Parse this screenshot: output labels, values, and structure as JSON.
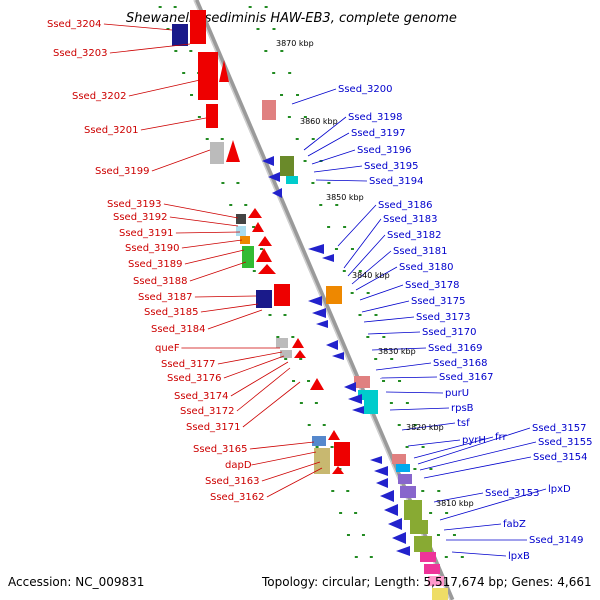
{
  "title": "Shewanella sediminis HAW-EB3, complete genome",
  "footer": {
    "accession": "Accession: NC_009831",
    "topology": "Topology: circular; Length: 5,517,674 bp; Genes: 4,661"
  },
  "kbp_marks": [
    "3870 kbp",
    "3860 kbp",
    "3850 kbp",
    "3840 kbp",
    "3830 kbp",
    "3820 kbp",
    "3810 kbp"
  ],
  "left_labels": [
    "Ssed_3204",
    "Ssed_3203",
    "Ssed_3202",
    "Ssed_3201",
    "Ssed_3199",
    "Ssed_3193",
    "Ssed_3192",
    "Ssed_3191",
    "Ssed_3190",
    "Ssed_3189",
    "Ssed_3188",
    "Ssed_3187",
    "Ssed_3185",
    "Ssed_3184",
    "queF",
    "Ssed_3177",
    "Ssed_3176",
    "Ssed_3174",
    "Ssed_3172",
    "Ssed_3171",
    "Ssed_3165",
    "dapD",
    "Ssed_3163",
    "Ssed_3162"
  ],
  "right_labels": [
    "Ssed_3200",
    "Ssed_3198",
    "Ssed_3197",
    "Ssed_3196",
    "Ssed_3195",
    "Ssed_3194",
    "Ssed_3186",
    "Ssed_3183",
    "Ssed_3182",
    "Ssed_3181",
    "Ssed_3180",
    "Ssed_3178",
    "Ssed_3175",
    "Ssed_3173",
    "Ssed_3170",
    "Ssed_3169",
    "Ssed_3168",
    "Ssed_3167",
    "purU",
    "rpsB",
    "tsf",
    "pyrH",
    "frr",
    "Ssed_3157",
    "Ssed_3155",
    "Ssed_3154",
    "Ssed_3153",
    "lpxD",
    "fabZ",
    "Ssed_3149",
    "lpxB"
  ],
  "colors": {
    "forward_gene": "#ee0000",
    "reverse_gene": "#0000ee",
    "backbone": "#888888",
    "tick": "#228b22",
    "left_label": "#cc0000",
    "right_label": "#0000cc"
  }
}
